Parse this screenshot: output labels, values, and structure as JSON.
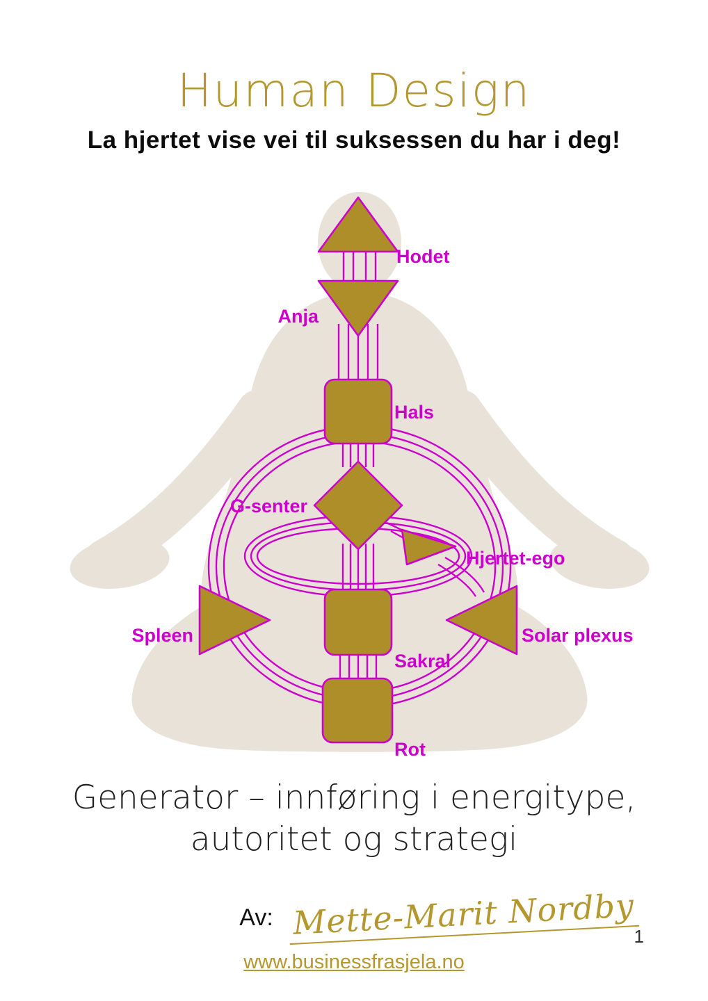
{
  "page": {
    "title": "Human Design",
    "subtitle": "La hjertet vise vei til suksessen du har i deg!",
    "heading_line1": "Generator – innføring i energitype,",
    "heading_line2": "autoritet og strategi",
    "byline_label": "Av:",
    "author_signature": "Mette-Marit Nordby",
    "page_number": "1",
    "website": "www.businessfrasjela.no"
  },
  "bodygraph": {
    "labels": {
      "head": "Hodet",
      "ajna": "Anja",
      "throat": "Hals",
      "g_center": "G-senter",
      "heart": "Hjertet-ego",
      "spleen": "Spleen",
      "sacral": "Sakral",
      "solar": "Solar plexus",
      "root": "Rot"
    },
    "colors": {
      "center_fill": "#ae8e29",
      "channel_stroke": "#cc00cc",
      "label_color": "#cc00cc",
      "silhouette": "#e9e2d9",
      "accent_gold": "#b5972f",
      "heading_text": "#212121",
      "subtitle_text": "#0c0c0c"
    }
  }
}
